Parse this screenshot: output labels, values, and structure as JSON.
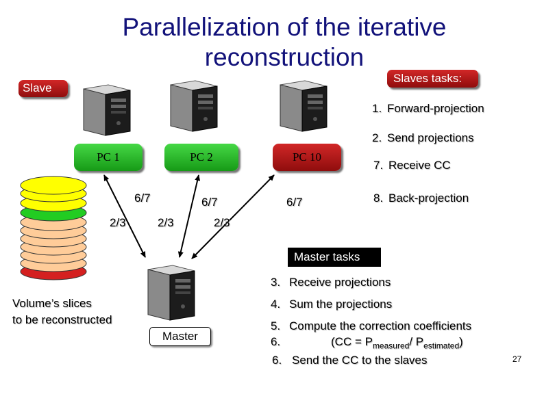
{
  "title": "Parallelization of the iterative reconstruction",
  "slave_label": "Slave",
  "slaves_tasks_label": "Slaves tasks:",
  "slave_tasks": [
    {
      "num": "1.",
      "text": "Forward-projection"
    },
    {
      "num": "2.",
      "text": "Send projections"
    },
    {
      "num": "7.",
      "text": "Receive CC"
    },
    {
      "num": "8.",
      "text": "Back-projection"
    }
  ],
  "pcs": [
    "PC 1",
    "PC 2",
    "PC 10"
  ],
  "fractions": {
    "pc1_up": "6/7",
    "pc1_down": "2/3",
    "pc2_up": "6/7",
    "pc2_down": "2/3",
    "pc10_up": "6/7",
    "pc10_down": "2/3"
  },
  "master_tasks_label": "Master tasks",
  "master_tasks": [
    {
      "num": "3.",
      "text": "Receive projections"
    },
    {
      "num": "4.",
      "text": "Sum the projections"
    },
    {
      "num": "5.",
      "text": "Compute the correction coefficients"
    }
  ],
  "formula": {
    "num": "6.",
    "open": "(CC = P",
    "sub1": "measured",
    "slash": "/ P",
    "sub2": "estimated",
    "close": ")"
  },
  "last_task": {
    "num": "6.",
    "text": "Send the CC to the slaves"
  },
  "master_label": "Master",
  "caption_line1": "Volume’s slices",
  "caption_line2": "to be reconstructed",
  "page_number": "27",
  "colors": {
    "title": "#12127a",
    "red": "#c41e1e",
    "green": "#2ec42e",
    "slice_yellow": "#ffff00",
    "slice_peach": "#ffcc99",
    "slice_green": "#22cc22",
    "slice_red": "#d42020"
  },
  "icons": [
    "pc-tower-icon",
    "double-arrow-icon"
  ]
}
